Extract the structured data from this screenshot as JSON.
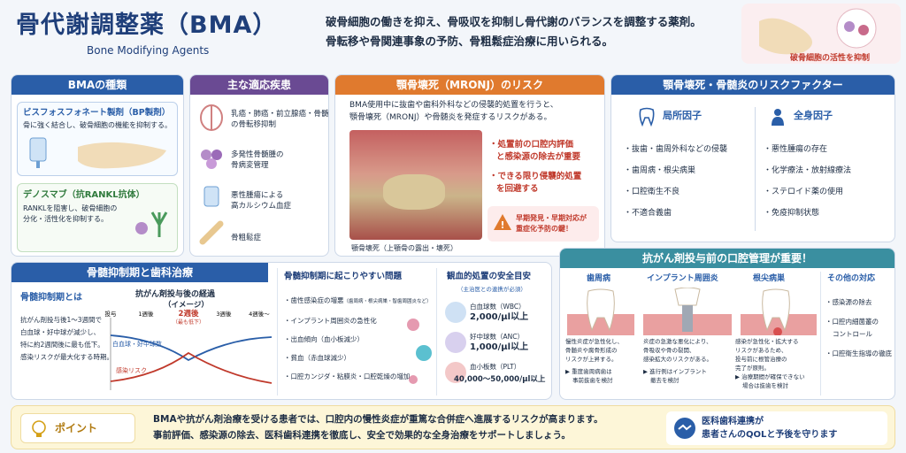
{
  "header": {
    "title": "骨代謝調整薬（BMA）",
    "subtitle": "Bone Modifying Agents",
    "desc_line1": "破骨細胞の働きを抑え、骨吸収を抑制し骨代謝のバランスを調整する薬剤。",
    "desc_line2": "骨転移や骨関連事象の予防、骨粗鬆症治療に用いられる。",
    "badge": "破骨細胞の活性を抑制"
  },
  "bma_types": {
    "title": "BMAの種類",
    "bp": {
      "title": "ビスフォスフォネート製剤（BP製剤）",
      "desc": "骨に強く結合し、破骨細胞の機能を抑制する。"
    },
    "dmab": {
      "title": "デノスマブ（抗RANKL抗体）",
      "desc1": "RANKLを阻害し、破骨細胞の",
      "desc2": "分化・活性化を抑制する。"
    }
  },
  "indications": {
    "title": "主な適応疾患",
    "items": [
      {
        "l1": "乳癌・肺癌・前立腺癌・骨髄",
        "l2": "の骨転移抑制"
      },
      {
        "l1": "多発性骨髄腫の",
        "l2": "骨病変管理"
      },
      {
        "l1": "悪性腫瘍による",
        "l2": "高カルシウム血症"
      },
      {
        "l1": "骨粗鬆症",
        "l2": ""
      }
    ]
  },
  "mronj": {
    "title": "顎骨壊死（MRONJ）のリスク",
    "desc1": "BMA使用中に抜歯や歯科外科などの侵襲的処置を行うと、",
    "desc2": "顎骨壊死（MRONJ）や骨髄炎を発症するリスクがある。",
    "caption": "顎骨壊死（上顎骨の露出・壊死）",
    "point1a": "・処置前の口腔内評価",
    "point1b": "と感染源の除去が重要",
    "point2a": "・できる限り侵襲的処置",
    "point2b": "を回避する",
    "warn1": "早期発見・早期対応が",
    "warn2": "重症化予防の鍵！"
  },
  "risk": {
    "title": "顎骨壊死・骨髄炎のリスクファクター",
    "local": {
      "title": "局所因子",
      "items": [
        "・抜歯・歯周外科などの侵襲",
        "・歯周病・根尖病巣",
        "・口腔衛生不良",
        "・不適合義歯"
      ]
    },
    "systemic": {
      "title": "全身因子",
      "items": [
        "・悪性腫瘍の存在",
        "・化学療法・放射線療法",
        "・ステロイド薬の使用",
        "・免疫抑制状態"
      ]
    }
  },
  "marrow": {
    "title": "骨髄抑制期と歯科治療",
    "what_title": "骨髄抑制期とは",
    "what": [
      "抗がん剤投与後1〜3週間で",
      "白血球・好中球が減少し、",
      "特に約2週間後に最も低下。",
      "感染リスクが最大化する時期。"
    ],
    "chart_title1": "抗がん剤投与後の経過",
    "chart_title2": "（イメージ）",
    "ticks": [
      "投与",
      "1週後",
      "2週後",
      "3週後",
      "4週後〜"
    ],
    "nadir_note": "（最も低下）",
    "wbc_label": "白血球・好中球数",
    "risk_label": "感染リスク",
    "problems_title": "骨髄抑制期に起こりやすい問題",
    "problems": [
      "・歯性感染症の増悪",
      "（歯周病・根尖病巣・智歯周囲炎など）",
      "・インプラント周囲炎の急性化",
      "・出血傾向（血小板減少）",
      "・貧血（赤血球減少）",
      "・口腔カンジダ・粘膜炎・口腔乾燥の増加"
    ],
    "guide_title": "観血的処置の安全目安",
    "guide_sub": "（主治医との連携が必須）",
    "guide": [
      {
        "name": "白血球数（WBC）",
        "value": "2,000/μl以上"
      },
      {
        "name": "好中球数（ANC）",
        "value": "1,000/μl以上"
      },
      {
        "name": "血小板数（PLT）",
        "value": "40,000〜50,000/μl以上"
      }
    ]
  },
  "oral": {
    "title": "抗がん剤投与前の口腔管理が重要！",
    "cols": [
      {
        "title": "歯周病",
        "lines": [
          "慢性炎症が急性化し、",
          "骨髄炎や腐骨形成の",
          "リスクが上昇する。"
        ],
        "arrow": [
          "▶ 重度歯周病歯は",
          "事前抜歯を検討"
        ]
      },
      {
        "title": "インプラント周囲炎",
        "lines": [
          "炎症の急激な悪化により、",
          "骨吸収や骨の裂開、",
          "感染拡大のリスクがある。"
        ],
        "arrow": [
          "▶ 進行例はインプラント",
          "撤去を検討"
        ]
      },
      {
        "title": "根尖病巣",
        "lines": [
          "感染が急性化・拡大する",
          "リスクがあるため、",
          "投与前に根管治療の",
          "完了が原則。"
        ],
        "arrow": [
          "▶ 治療期間が確保できない",
          "場合は抜歯を検討"
        ]
      }
    ],
    "other_title": "その他の対応",
    "other": [
      "・感染源の除去",
      "・口腔内細菌叢の",
      "コントロール",
      "・口腔衛生指導の徹底"
    ]
  },
  "footer": {
    "label": "ポイント",
    "line1": "BMAや抗がん剤治療を受ける患者では、口腔内の慢性炎症が重篤な合併症へ進展するリスクが高まります。",
    "line2": "事前評価、感染源の除去、医科歯科連携を徹底し、安全で効果的な全身治療をサポートしましょう。",
    "right1": "医科歯科連携が",
    "right2": "患者さんのQOLと予後を守ります"
  },
  "colors": {
    "primary": "#1f3f7a",
    "accent": "#e07a2e",
    "danger": "#c0392b"
  }
}
